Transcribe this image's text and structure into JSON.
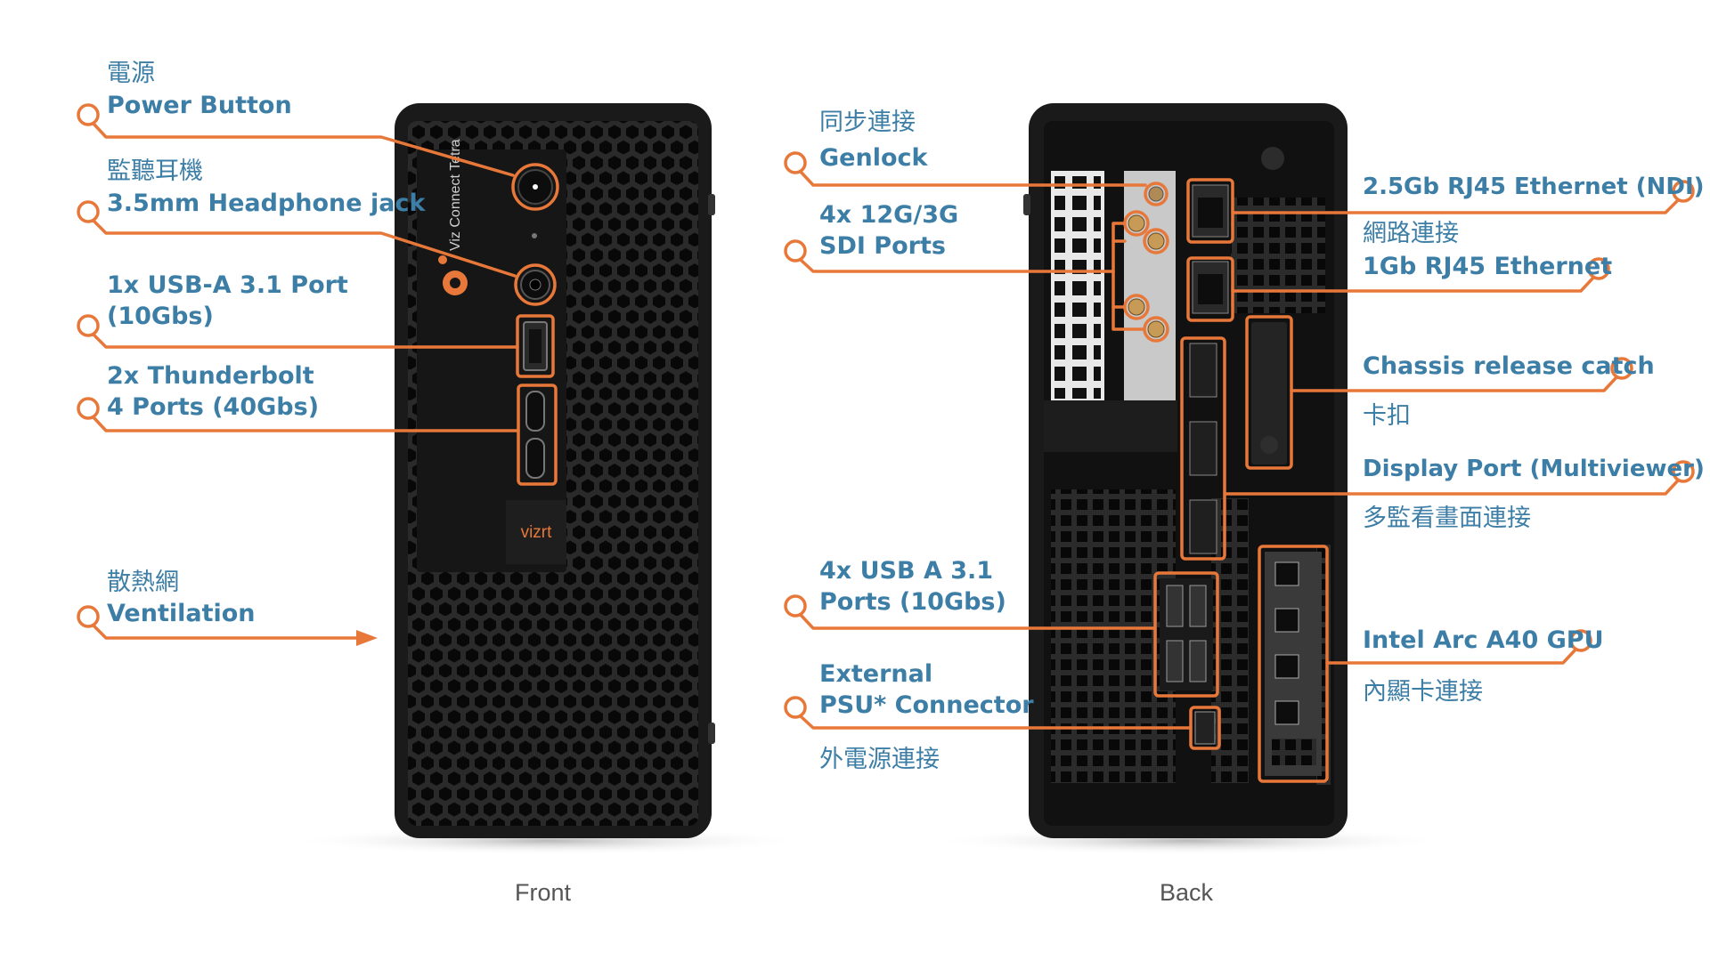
{
  "front": {
    "caption": "Front",
    "callouts": [
      {
        "zh": "電源",
        "en": "Power Button"
      },
      {
        "zh": "監聽耳機",
        "en": "3.5mm Headphone jack"
      },
      {
        "en": "1x USB-A 3.1 Port",
        "en2": "(10Gbs)"
      },
      {
        "en": "2x Thunderbolt",
        "en2": "4 Ports (40Gbs)"
      },
      {
        "zh": "散熱網",
        "en": "Ventilation"
      }
    ],
    "device_text": {
      "vertical": "Viz Connect Tetra",
      "badge": "vizrt"
    }
  },
  "back": {
    "caption": "Back",
    "callouts": [
      {
        "zh": "同步連接",
        "en": "Genlock"
      },
      {
        "en": "4x 12G/3G",
        "en2": "SDI Ports"
      },
      {
        "en": "4x USB A 3.1",
        "en2": "Ports (10Gbs)"
      },
      {
        "en": "External",
        "en2": "PSU* Connector",
        "zh": "外電源連接"
      },
      {
        "en": "2.5Gb RJ45 Ethernet (NDI)",
        "zh": "網路連接"
      },
      {
        "en": "1Gb RJ45 Ethernet"
      },
      {
        "en": "Chassis release catch",
        "zh": "卡扣"
      },
      {
        "en": "Display Port (Multiviewer)",
        "zh": "多監看畫面連接"
      },
      {
        "en": "Intel Arc A40 GPU",
        "zh": "內顯卡連接"
      }
    ]
  },
  "colors": {
    "accent": "#e8783a",
    "label": "#3d7ea6",
    "chassis": "#1c1c1c",
    "caption": "#555555"
  }
}
